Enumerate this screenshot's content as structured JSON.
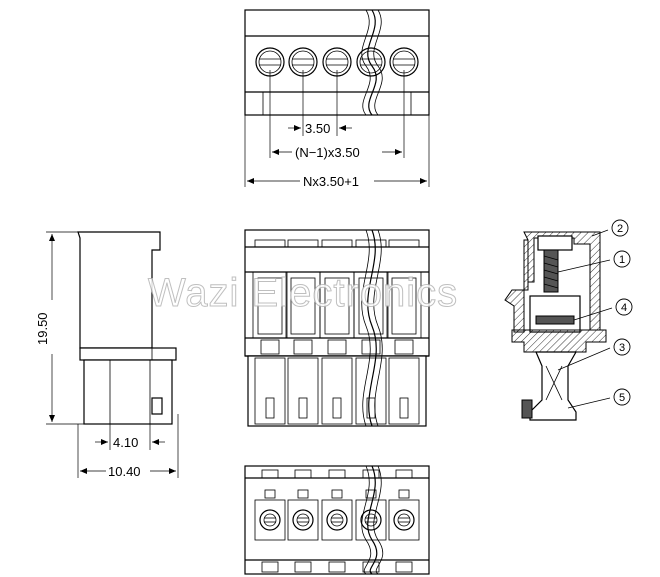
{
  "watermark": "Wazi Electronics",
  "dimensions": {
    "pitch": "3.50",
    "span": "(N−1)x3.50",
    "total_width": "Nx3.50+1",
    "height": "19.50",
    "offset": "4.10",
    "depth": "10.40"
  },
  "callouts": [
    {
      "id": "c1",
      "label": "1"
    },
    {
      "id": "c2",
      "label": "2"
    },
    {
      "id": "c3",
      "label": "3"
    },
    {
      "id": "c4",
      "label": "4"
    },
    {
      "id": "c5",
      "label": "5"
    }
  ]
}
